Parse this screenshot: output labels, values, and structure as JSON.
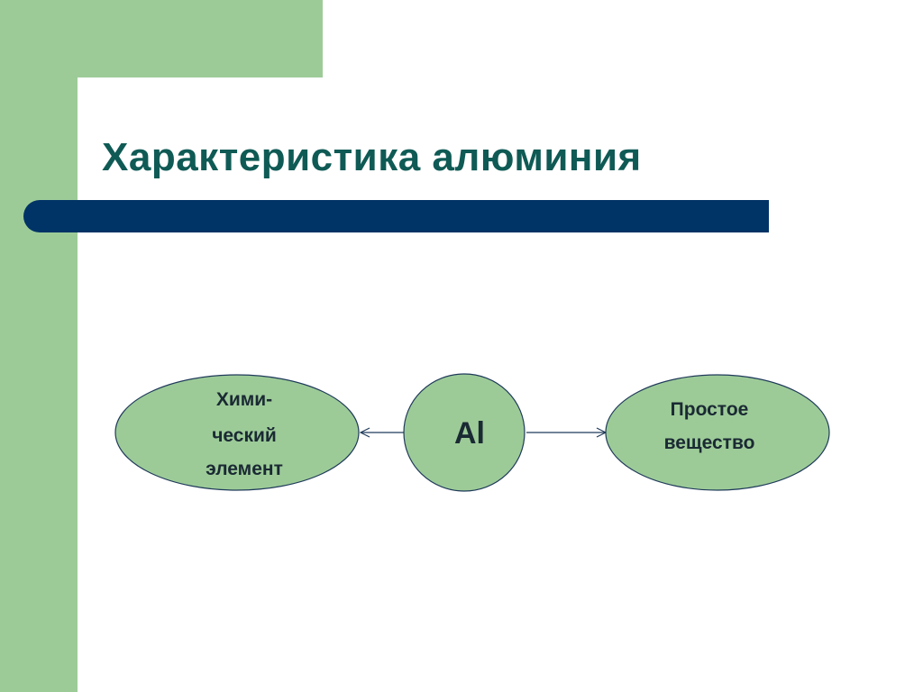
{
  "slide": {
    "title": "Характеристика алюминия"
  },
  "diagram": {
    "center": {
      "label": "Al"
    },
    "left": {
      "lines": [
        "Хими-",
        "ческий",
        "элемент"
      ]
    },
    "right": {
      "lines": [
        "Простое",
        "вещество"
      ]
    }
  },
  "colors": {
    "green": "#9dcb98",
    "title_text": "#0f5a55",
    "bar": "#003366",
    "outline": "#1f3a5a"
  }
}
